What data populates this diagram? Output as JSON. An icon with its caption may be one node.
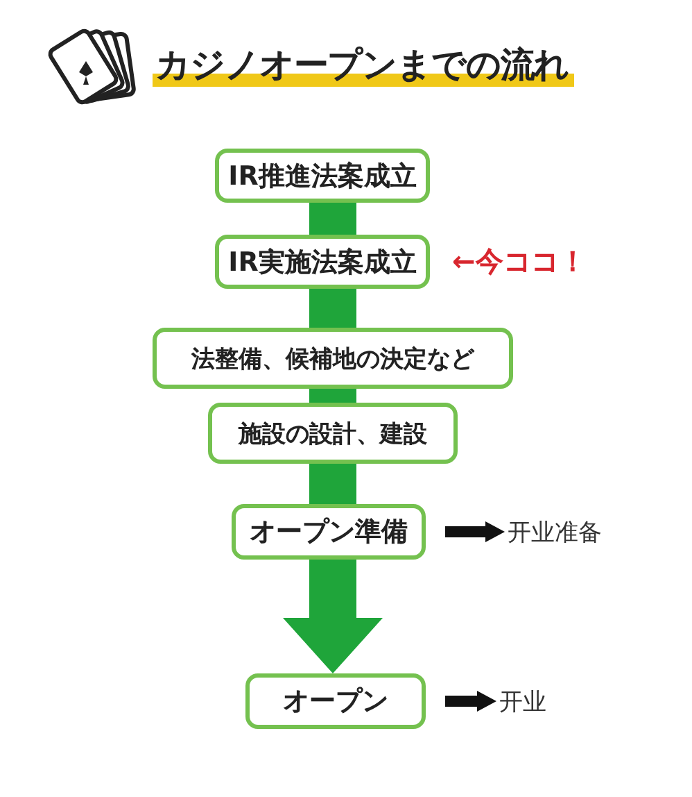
{
  "diagram": {
    "title": "カジノオープンまでの流れ",
    "nodes": [
      {
        "text": [
          "IR推進法案成立"
        ]
      },
      {
        "text": [
          "IR実施法案成立"
        ],
        "beside": [
          "←今ココ！"
        ]
      },
      {
        "text": [
          "法整備、候補地の決定など"
        ]
      },
      {
        "text": [
          "施設の設計、建設"
        ]
      },
      {
        "text": [
          "オープン準備"
        ]
      },
      {
        "text": [
          "オープン"
        ]
      },
      {
        "text": [
          "开业准备"
        ]
      },
      {
        "text": [
          "开业"
        ]
      }
    ],
    "edges": [
      {
        "from": 0,
        "to": 1,
        "arrow": "none"
      },
      {
        "from": 1,
        "to": 2,
        "arrow": "none"
      },
      {
        "from": 2,
        "to": 3,
        "arrow": "none"
      },
      {
        "from": 3,
        "to": 4,
        "arrow": "none"
      },
      {
        "from": 4,
        "to": 5,
        "arrow": "to"
      },
      {
        "from": 4,
        "to": 6,
        "arrow": "to",
        "color": "#111111"
      },
      {
        "from": 5,
        "to": 7,
        "arrow": "to",
        "color": "#111111"
      }
    ]
  }
}
